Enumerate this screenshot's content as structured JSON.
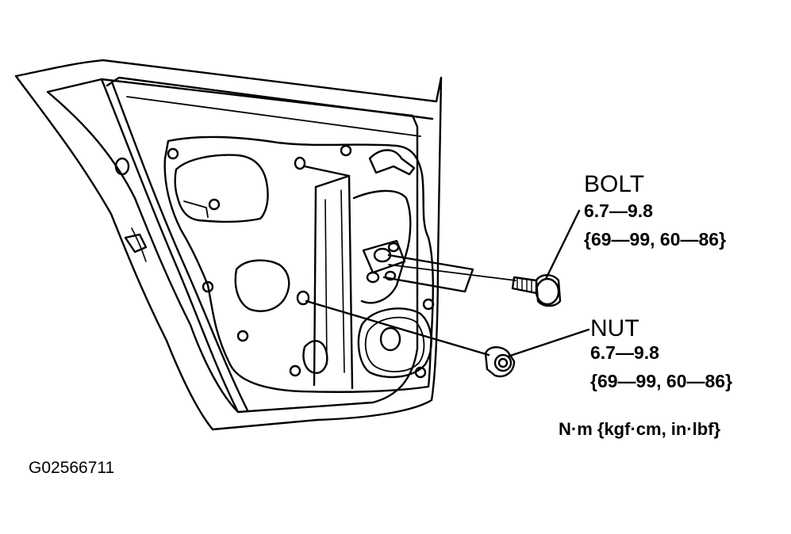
{
  "callouts": {
    "bolt": {
      "name": "BOLT",
      "torque_nm": "6.7—9.8",
      "torque_alt": "{69—99, 60—86}"
    },
    "nut": {
      "name": "NUT",
      "torque_nm": "6.7—9.8",
      "torque_alt": "{69—99, 60—86}"
    }
  },
  "units_note": "N·m {kgf·cm, in·lbf}",
  "figure_code": "G02566711"
}
